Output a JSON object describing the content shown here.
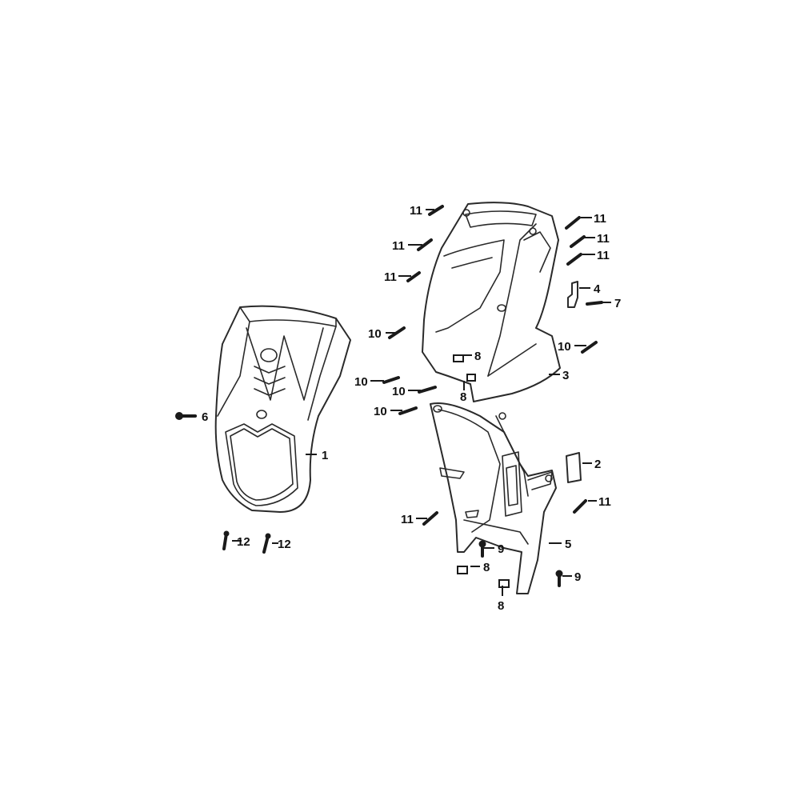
{
  "diagram": {
    "parts": [
      {
        "id": "1",
        "name": "front-cover"
      },
      {
        "id": "2",
        "name": "emblem-plate"
      },
      {
        "id": "3",
        "name": "inner-cover-upper"
      },
      {
        "id": "4",
        "name": "clip-bracket"
      },
      {
        "id": "5",
        "name": "inner-cover-lower"
      },
      {
        "id": "6",
        "name": "screw-6"
      },
      {
        "id": "7",
        "name": "screw-7"
      },
      {
        "id": "8",
        "name": "speed-nut"
      },
      {
        "id": "9",
        "name": "bolt-9"
      },
      {
        "id": "10",
        "name": "tapping-screw-10"
      },
      {
        "id": "11",
        "name": "tapping-screw-11"
      },
      {
        "id": "12",
        "name": "screw-12"
      }
    ],
    "callouts": [
      "1",
      "2",
      "3",
      "4",
      "5",
      "6",
      "7",
      "8",
      "9",
      "10",
      "11",
      "12"
    ]
  }
}
